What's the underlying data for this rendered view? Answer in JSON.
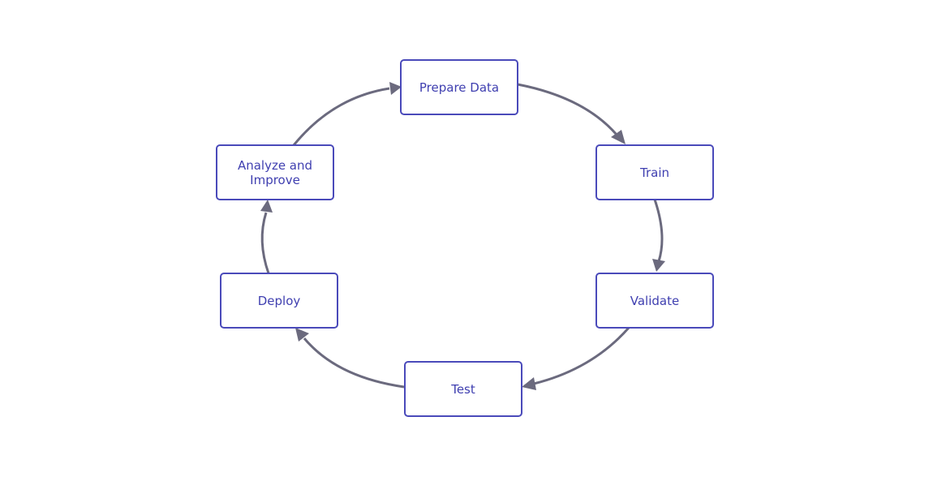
{
  "diagram": {
    "type": "cycle",
    "colors": {
      "node_border": "#4a4aba",
      "node_text": "#3f3fb0",
      "edge": "#6b6a7e",
      "background": "#ffffff"
    },
    "nodes": [
      {
        "id": "prepare-data",
        "lines": [
          "Prepare Data"
        ]
      },
      {
        "id": "train",
        "lines": [
          "Train"
        ]
      },
      {
        "id": "validate",
        "lines": [
          "Validate"
        ]
      },
      {
        "id": "test",
        "lines": [
          "Test"
        ]
      },
      {
        "id": "deploy",
        "lines": [
          "Deploy"
        ]
      },
      {
        "id": "analyze-and-improve",
        "lines": [
          "Analyze and",
          "Improve"
        ]
      }
    ],
    "edges": [
      {
        "from": "prepare-data",
        "to": "train"
      },
      {
        "from": "train",
        "to": "validate"
      },
      {
        "from": "validate",
        "to": "test"
      },
      {
        "from": "test",
        "to": "deploy"
      },
      {
        "from": "deploy",
        "to": "analyze-and-improve"
      },
      {
        "from": "analyze-and-improve",
        "to": "prepare-data"
      }
    ]
  }
}
